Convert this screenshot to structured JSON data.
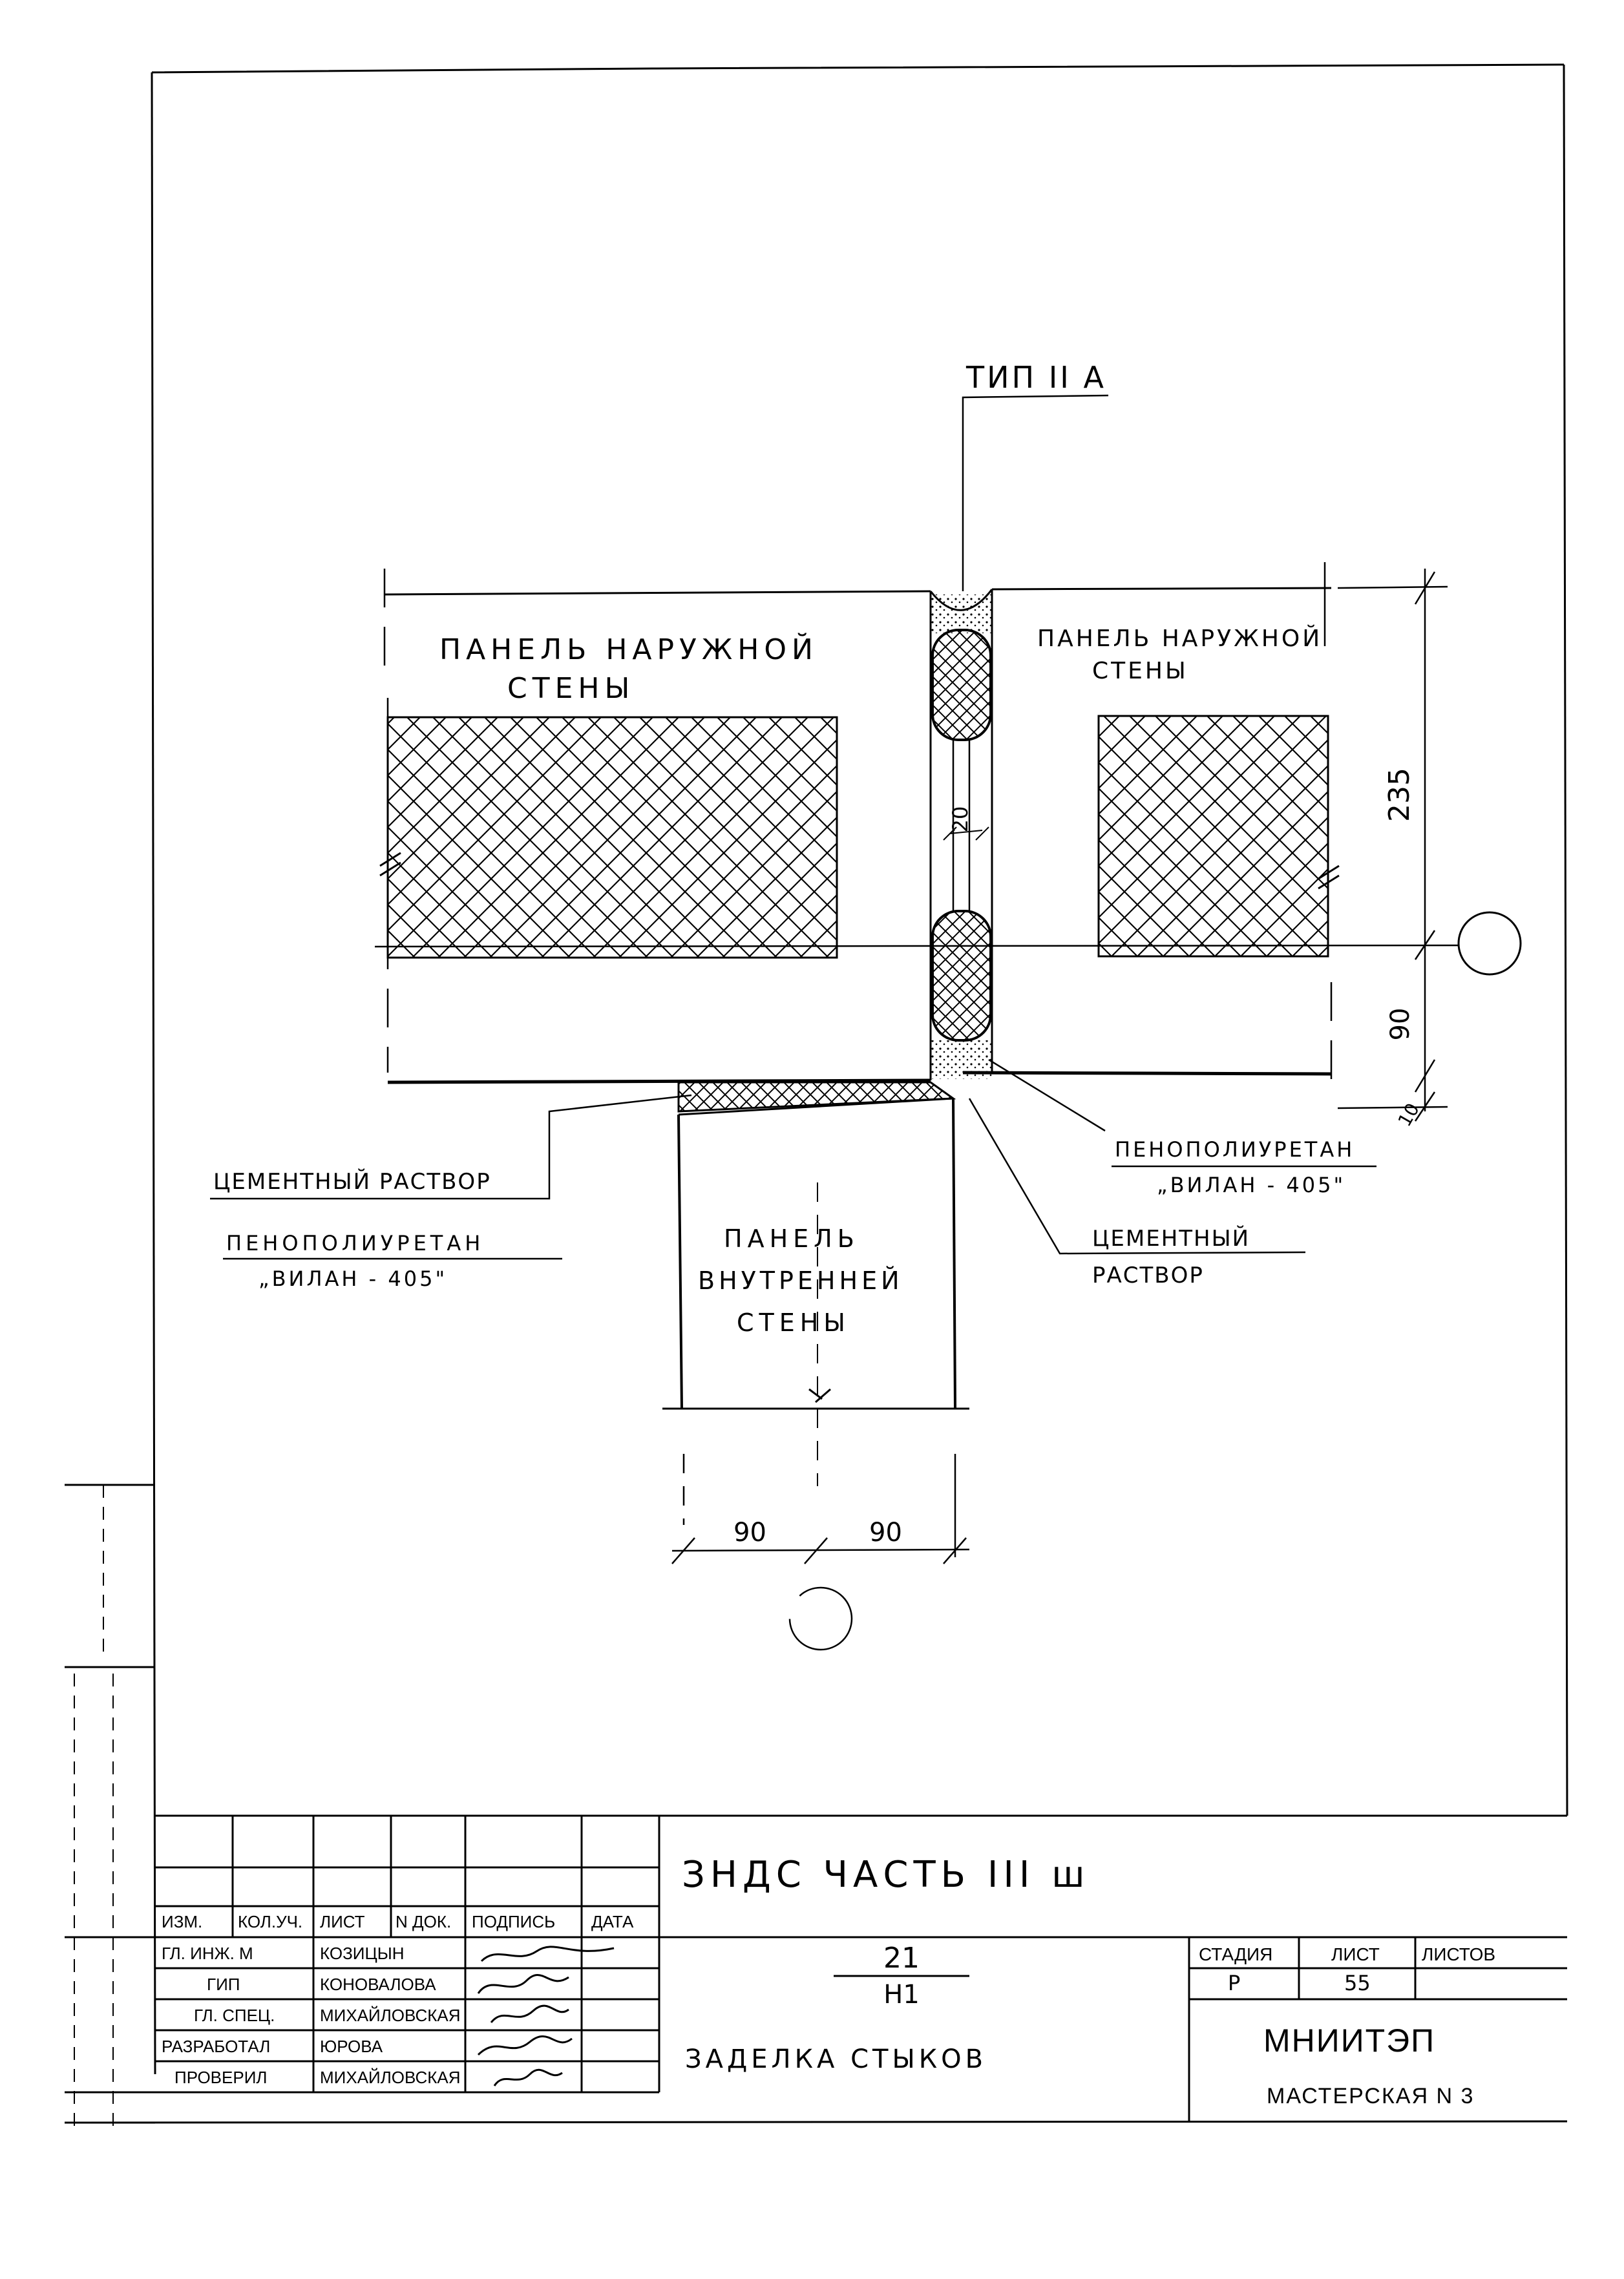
{
  "drawing": {
    "type_label": "ТИП II А",
    "panel_outer_left": [
      "ПАНЕЛЬ НАРУЖНОЙ",
      "СТЕНЫ"
    ],
    "panel_outer_right": [
      "ПАНЕЛЬ НАРУЖНОЙ",
      "СТЕНЫ"
    ],
    "panel_inner": [
      "ПАНЕЛЬ",
      "ВНУТРЕННЕЙ",
      "СТЕНЫ"
    ],
    "callout_left_1": "ЦЕМЕНТНЫЙ РАСТВОР",
    "callout_left_2a": "ПЕНОПОЛИУРЕТАН",
    "callout_left_2b": "„ВИЛАН - 405\"",
    "callout_right_1a": "ПЕНОПОЛИУРЕТАН",
    "callout_right_1b": "„ВИЛАН - 405\"",
    "callout_right_2a": "ЦЕМЕНТНЫЙ",
    "callout_right_2b": "РАСТВОР",
    "dim_vertical_top": "235",
    "dim_vertical_bottom": "90",
    "dim_vertical_small": "10",
    "dim_gap": "20",
    "dim_bottom_left": "90",
    "dim_bottom_right": "90"
  },
  "title_block": {
    "project": "ЗНДС   ЧАСТЬ III ш",
    "headers": [
      "ИЗМ.",
      "КОЛ.УЧ.",
      "ЛИСТ",
      "N ДОК.",
      "ПОДПИСЬ",
      "ДАТА"
    ],
    "roles": [
      {
        "role": "ГЛ. ИНЖ. М",
        "name": "КОЗИЦЫН"
      },
      {
        "role": "ГИП",
        "name": "КОНОВАЛОВА"
      },
      {
        "role": "ГЛ. СПЕЦ.",
        "name": "МИХАЙЛОВСКАЯ"
      },
      {
        "role": "РАЗРАБОТАЛ",
        "name": "ЮРОВА"
      },
      {
        "role": "ПРОВЕРИЛ",
        "name": "МИХАЙЛОВСКАЯ"
      }
    ],
    "code_top": "21",
    "code_bottom": "Н1",
    "drawing_title": "ЗАДЕЛКА СТЫКОВ",
    "stage_header": "СТАДИЯ",
    "sheet_header": "ЛИСТ",
    "sheets_header": "ЛИСТОВ",
    "stage": "Р",
    "sheet": "55",
    "org": "МНИИТЭП",
    "workshop": "МАСТЕРСКАЯ N 3"
  }
}
